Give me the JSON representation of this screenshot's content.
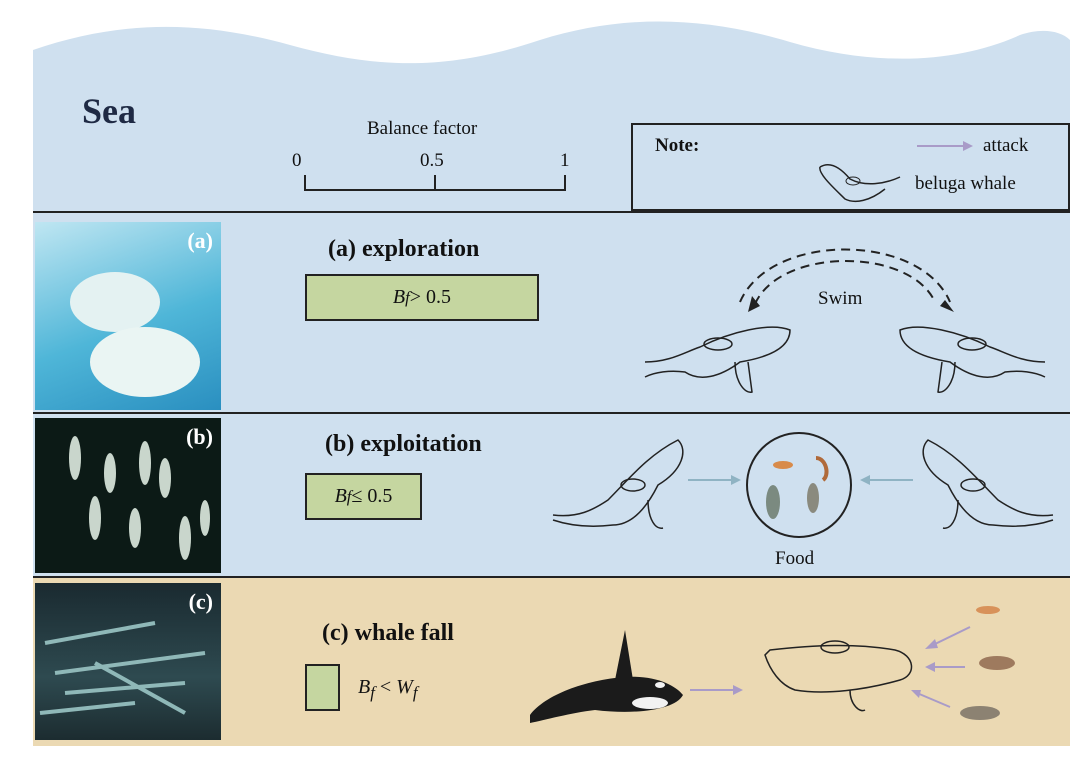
{
  "header": {
    "title": "Sea",
    "scale_label": "Balance factor",
    "scale_ticks": [
      "0",
      "0.5",
      "1"
    ]
  },
  "note": {
    "label": "Note:",
    "attack": "attack",
    "beluga": "beluga whale"
  },
  "panels": [
    {
      "photo_label": "(a)",
      "title": "(a) exploration",
      "cond_var": "B",
      "cond_sub": "f",
      "cond_rest": " > 0.5",
      "action": "Swim"
    },
    {
      "photo_label": "(b)",
      "title": "(b) exploitation",
      "cond_var": "B",
      "cond_sub": "f",
      "cond_rest": " ≤ 0.5",
      "action": "Food"
    },
    {
      "photo_label": "(c)",
      "title": "(c) whale fall",
      "cond_var": "B",
      "cond_sub": "f",
      "cond_rest": " < ",
      "cond_var2": "W",
      "cond_sub2": "f"
    }
  ],
  "colors": {
    "sea": "#cfe0ef",
    "seabed": "#ebd9b3",
    "cond_box": "#c5d6a0",
    "attack_arrow": "#a99bc8",
    "food_arrow": "#8fb3c3"
  }
}
